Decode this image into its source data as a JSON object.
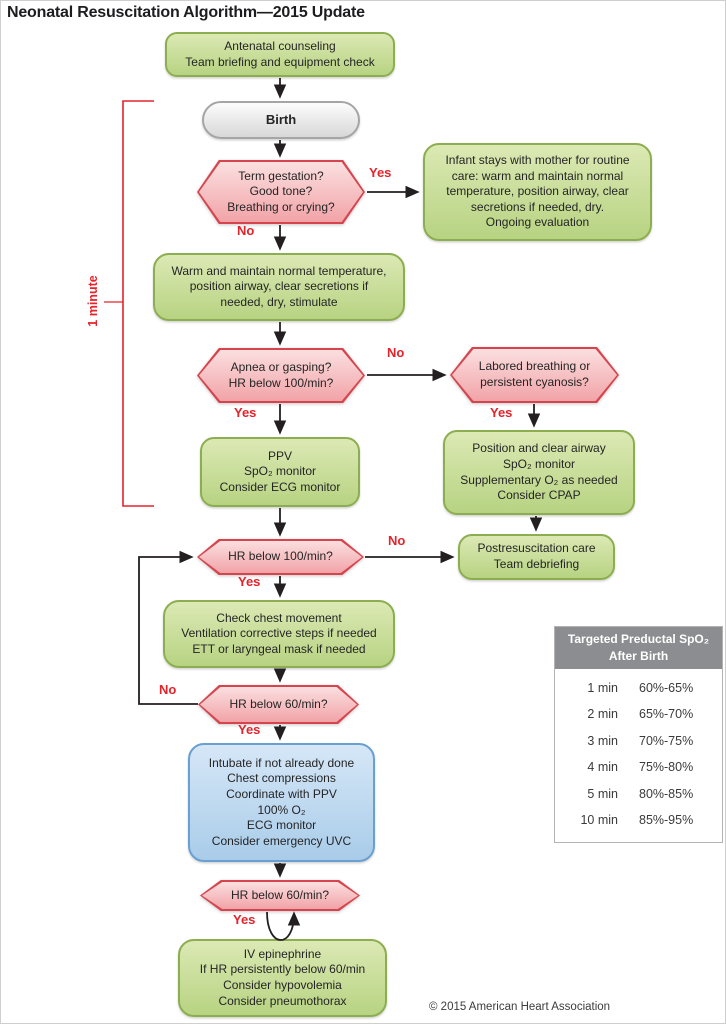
{
  "title": "Neonatal Resuscitation Algorithm—2015 Update",
  "timeline": {
    "label": "1 minute"
  },
  "labels": {
    "yes": "Yes",
    "no": "No"
  },
  "copyright": "© 2015 American Heart Association",
  "nodes": {
    "antenatal": {
      "type": "action",
      "text": "Antenatal counseling\nTeam briefing and equipment check"
    },
    "birth": {
      "type": "start",
      "text": "Birth"
    },
    "term_assessment": {
      "type": "decision",
      "text": "Term gestation?\nGood tone?\nBreathing or crying?"
    },
    "routine_care": {
      "type": "action",
      "text": "Infant stays with mother for routine\ncare: warm and maintain normal\ntemperature, position airway, clear\nsecretions if needed, dry.\nOngoing evaluation"
    },
    "warm_stimulate": {
      "type": "action",
      "text": "Warm and maintain normal temperature,\nposition airway, clear secretions if\nneeded, dry, stimulate"
    },
    "apnea_check": {
      "type": "decision",
      "text": "Apnea or gasping?\nHR below 100/min?"
    },
    "labored_breathing": {
      "type": "decision",
      "text": "Labored breathing or\npersistent cyanosis?"
    },
    "ppv": {
      "type": "action",
      "text": "PPV\nSpO₂ monitor\nConsider ECG monitor"
    },
    "position_airway": {
      "type": "action",
      "text": "Position and clear airway\nSpO₂ monitor\nSupplementary O₂ as needed\nConsider CPAP"
    },
    "hr_below_100": {
      "type": "decision",
      "text": "HR below 100/min?"
    },
    "postresuscitation": {
      "type": "action",
      "text": "Postresuscitation care\nTeam debriefing"
    },
    "check_chest": {
      "type": "action",
      "text": "Check chest movement\nVentilation corrective steps if needed\nETT or laryngeal mask if needed"
    },
    "hr_below_60_first": {
      "type": "decision",
      "text": "HR below 60/min?"
    },
    "intubate": {
      "type": "critical",
      "text": "Intubate if not already done\nChest compressions\nCoordinate with PPV\n100% O₂\nECG monitor\nConsider emergency UVC"
    },
    "hr_below_60_second": {
      "type": "decision",
      "text": "HR below 60/min?"
    },
    "epinephrine": {
      "type": "action",
      "text": "IV epinephrine\nIf HR persistently below 60/min\nConsider hypovolemia\nConsider pneumothorax"
    }
  },
  "spo2_table": {
    "header": "Targeted Preductal SpO₂\nAfter Birth",
    "rows": [
      {
        "time": "1 min",
        "range": "60%-65%"
      },
      {
        "time": "2 min",
        "range": "65%-70%"
      },
      {
        "time": "3 min",
        "range": "70%-75%"
      },
      {
        "time": "4 min",
        "range": "75%-80%"
      },
      {
        "time": "5 min",
        "range": "80%-85%"
      },
      {
        "time": "10 min",
        "range": "85%-95%"
      }
    ]
  },
  "colors": {
    "action_fill": "#c5dc96",
    "action_border": "#8cae50",
    "decision_fill": "#f5b7ba",
    "decision_border": "#d6454e",
    "critical_fill": "#bcd8f0",
    "critical_border": "#699fd1",
    "start_fill": "#e8e8e8",
    "start_border": "#a5a5a5",
    "connector_label": "#e4232b",
    "arrow": "#231f20",
    "table_header_bg": "#8b8d90"
  }
}
